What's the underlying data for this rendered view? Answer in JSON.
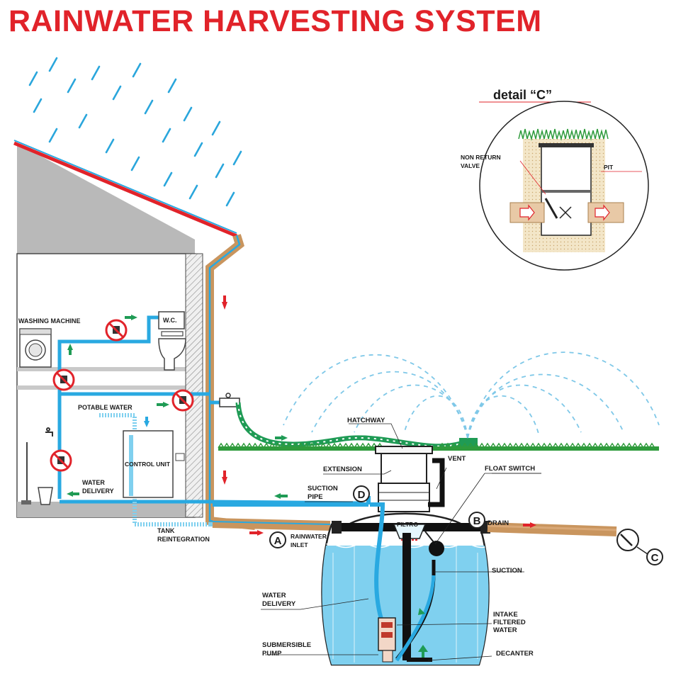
{
  "title": "RAINWATER HARVESTING SYSTEM",
  "detail": {
    "title": "detail “C”",
    "labels": {
      "non_return_valve_1": "NON RETURN",
      "non_return_valve_2": "VALVE",
      "pit": "PIT"
    }
  },
  "house": {
    "washing_machine": "WASHING MACHINE",
    "wc": "W.C.",
    "potable_water": "POTABLE WATER",
    "control_unit": "CONTROL UNIT",
    "water_delivery_1": "WATER",
    "water_delivery_2": "DELIVERY",
    "tank_reintegration_1": "TANK",
    "tank_reintegration_2": "REINTEGRATION"
  },
  "tank": {
    "hatchway": "HATCHWAY",
    "extension": "EXTENSION",
    "vent": "VENT",
    "float_switch": "FLOAT SWITCH",
    "suction_pipe_1": "SUCTION",
    "suction_pipe_2": "PIPE",
    "drain": "DRAIN",
    "rainwater_inlet_1": "RAINWATER",
    "rainwater_inlet_2": "INLET",
    "filtro": "FILTRO",
    "suction": "SUCTION",
    "water_delivery_1": "WATER",
    "water_delivery_2": "DELIVERY",
    "intake_1": "INTAKE",
    "intake_2": "FILTERED",
    "intake_3": "WATER",
    "submersible_1": "SUBMERSIBLE",
    "submersible_2": "PUMP",
    "decanter": "DECANTER"
  },
  "markers": {
    "a": "A",
    "b": "B",
    "c": "C",
    "d": "D"
  },
  "colors": {
    "title_red": "#e1232a",
    "pipe_blue": "#29a9e1",
    "pipe_brown": "#c9955e",
    "hose_green": "#1f9b55",
    "water": "#7fd0ef",
    "grass": "#2f9b3c",
    "wall_gray": "#b5b5b5"
  }
}
